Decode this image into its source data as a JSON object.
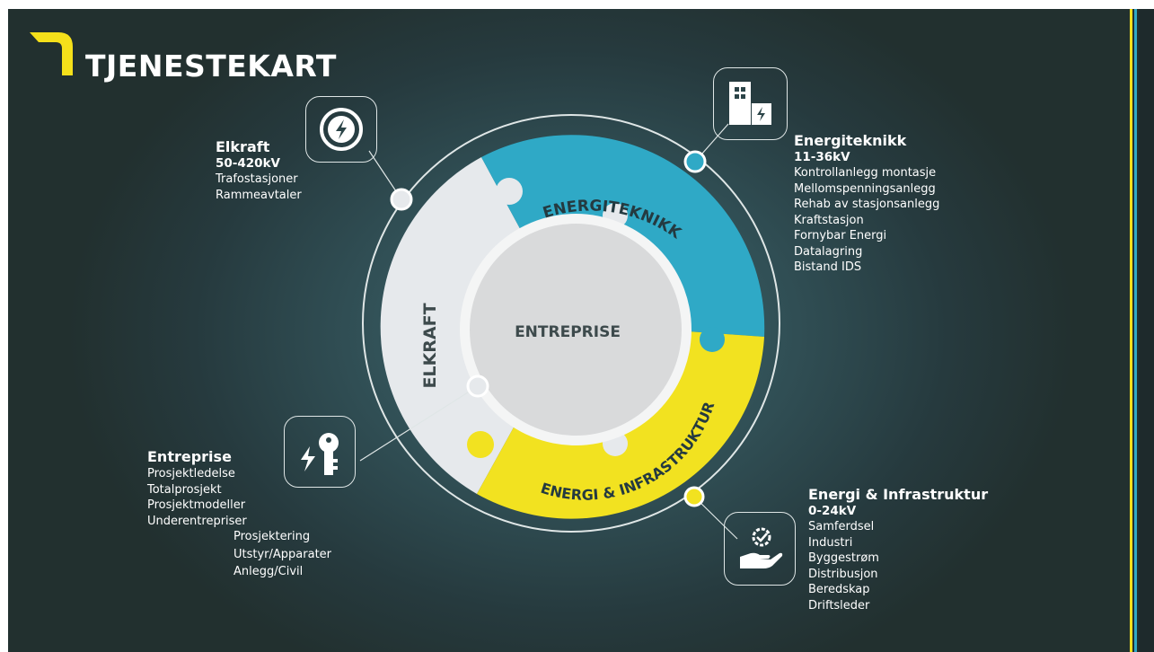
{
  "header": {
    "title": "TJENESTEKART"
  },
  "center": {
    "label": "ENTREPRISE"
  },
  "ring_labels": {
    "elkraft": "ELKRAFT",
    "energiteknikk": "ENERGITEKNIKK",
    "energi_infra": "ENERGI & INFRASTRUKTUR"
  },
  "colors": {
    "background": "#2e474c",
    "elkraft_segment": "#e6e9ec",
    "energiteknikk_segment": "#2fa9c6",
    "energi_infra_segment": "#f2e220",
    "center_disc": "#d9dadb",
    "accent_stripes": [
      "#f5e01a",
      "#2fa9c6",
      "#1a1a1a"
    ]
  },
  "panels": {
    "elkraft": {
      "icon": "lightning-bolt-circle-icon",
      "title": "Elkraft",
      "voltage": "50-420kV",
      "items": [
        "Trafostasjoner",
        "Rammeavtaler"
      ]
    },
    "energiteknikk": {
      "icon": "building-power-icon",
      "title": "Energiteknikk",
      "voltage": "11-36kV",
      "items": [
        "Kontrollanlegg montasje",
        "Mellomspenningsanlegg",
        "Rehab av stasjonsanlegg",
        "Kraftstasjon",
        "Fornybar Energi",
        "Datalagring",
        "Bistand IDS"
      ]
    },
    "entreprise": {
      "icon": "bolt-key-icon",
      "title": "Entreprise",
      "items": [
        "Prosjektledelse",
        "Totalprosjekt",
        "Prosjektmodeller",
        "Underentrepriser"
      ],
      "sub_items": [
        "Prosjektering",
        "Utstyr/Apparater",
        "Anlegg/Civil"
      ]
    },
    "energi_infra": {
      "icon": "hand-check-gear-icon",
      "title": "Energi & Infrastruktur",
      "voltage": "0-24kV",
      "items": [
        "Samferdsel",
        "Industri",
        "Byggestrøm",
        "Distribusjon",
        "Beredskap",
        "Driftsleder"
      ]
    }
  }
}
